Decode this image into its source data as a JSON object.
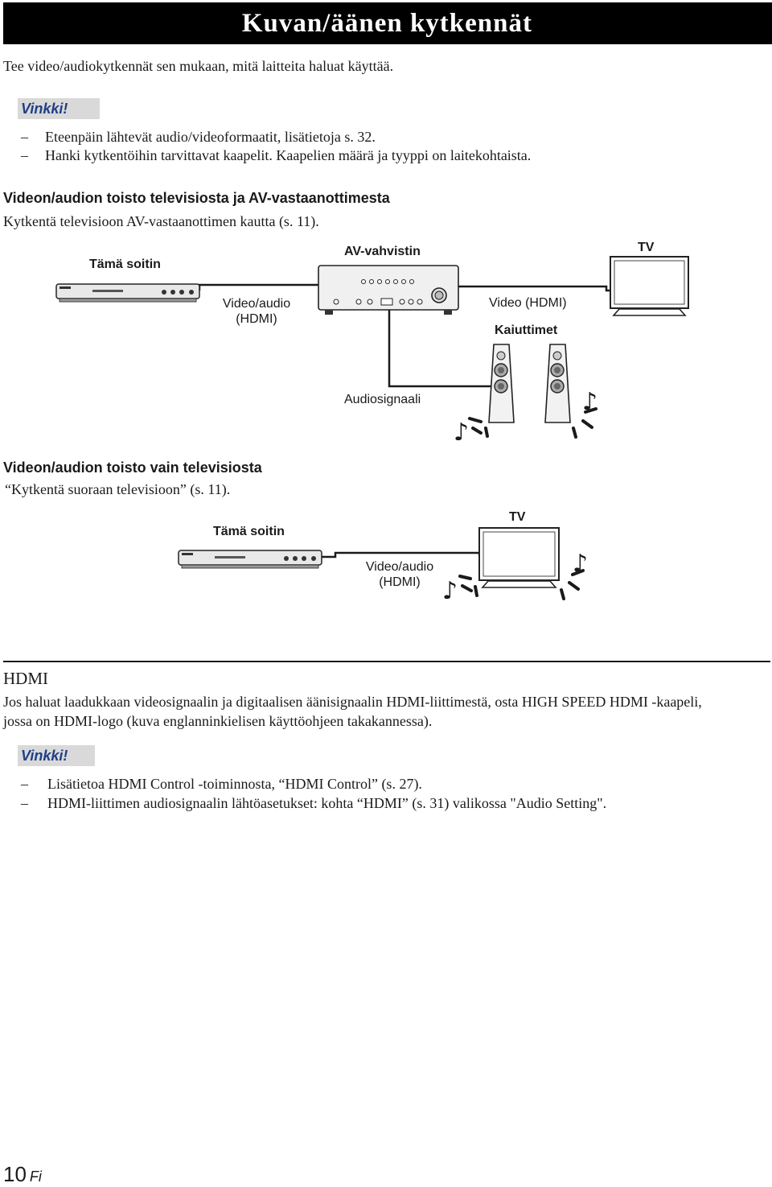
{
  "header": {
    "title": "Kuvan/äänen kytkennät"
  },
  "intro": "Tee video/audiokytkennät sen mukaan, mitä laitteita haluat käyttää.",
  "tip1": {
    "label": "Vinkki!",
    "items": [
      "Eteenpäin lähtevät audio/videoformaatit, lisätietoja s. 32.",
      "Hanki kytkentöihin tarvittavat kaapelit. Kaapelien määrä ja tyyppi on laitekohtaista."
    ]
  },
  "section1": {
    "heading": "Videon/audion toisto televisiosta ja AV-vastaanottimesta",
    "sub": "Kytkentä televisioon AV-vastaanottimen kautta (s.  11).",
    "diagram": {
      "player_label": "Tämä soitin",
      "amp_label": "AV-vahvistin",
      "tv_label": "TV",
      "link1_line1": "Video/audio",
      "link1_line2": "(HDMI)",
      "link2": "Video (HDMI)",
      "speakers_label": "Kaiuttimet",
      "audio_label": "Audiosignaali"
    }
  },
  "section2": {
    "heading": "Videon/audion toisto vain televisiosta",
    "sub": "“Kytkentä suoraan televisioon” (s.  11).",
    "diagram": {
      "player_label": "Tämä soitin",
      "tv_label": "TV",
      "link_line1": "Video/audio",
      "link_line2": "(HDMI)"
    }
  },
  "hdmi": {
    "heading": "HDMI",
    "body_line1": "Jos haluat laadukkaan videosignaalin ja digitaalisen äänisignaalin HDMI-liittimestä, osta HIGH SPEED HDMI -kaapeli,",
    "body_line2": "jossa on HDMI-logo (kuva englanninkielisen käyttöohjeen takakannessa)."
  },
  "tip2": {
    "label": "Vinkki!",
    "items": [
      "Lisätietoa HDMI Control -toiminnosta, “HDMI Control” (s. 27).",
      "HDMI-liittimen audiosignaalin lähtöasetukset: kohta “HDMI” (s. 31) valikossa \"Audio Setting\"."
    ]
  },
  "footer": {
    "page_number": "10",
    "lang": "Fi"
  },
  "colors": {
    "tip_text": "#1f3f86",
    "tip_bg": "#d9d9d9",
    "header_bg": "#000000"
  }
}
